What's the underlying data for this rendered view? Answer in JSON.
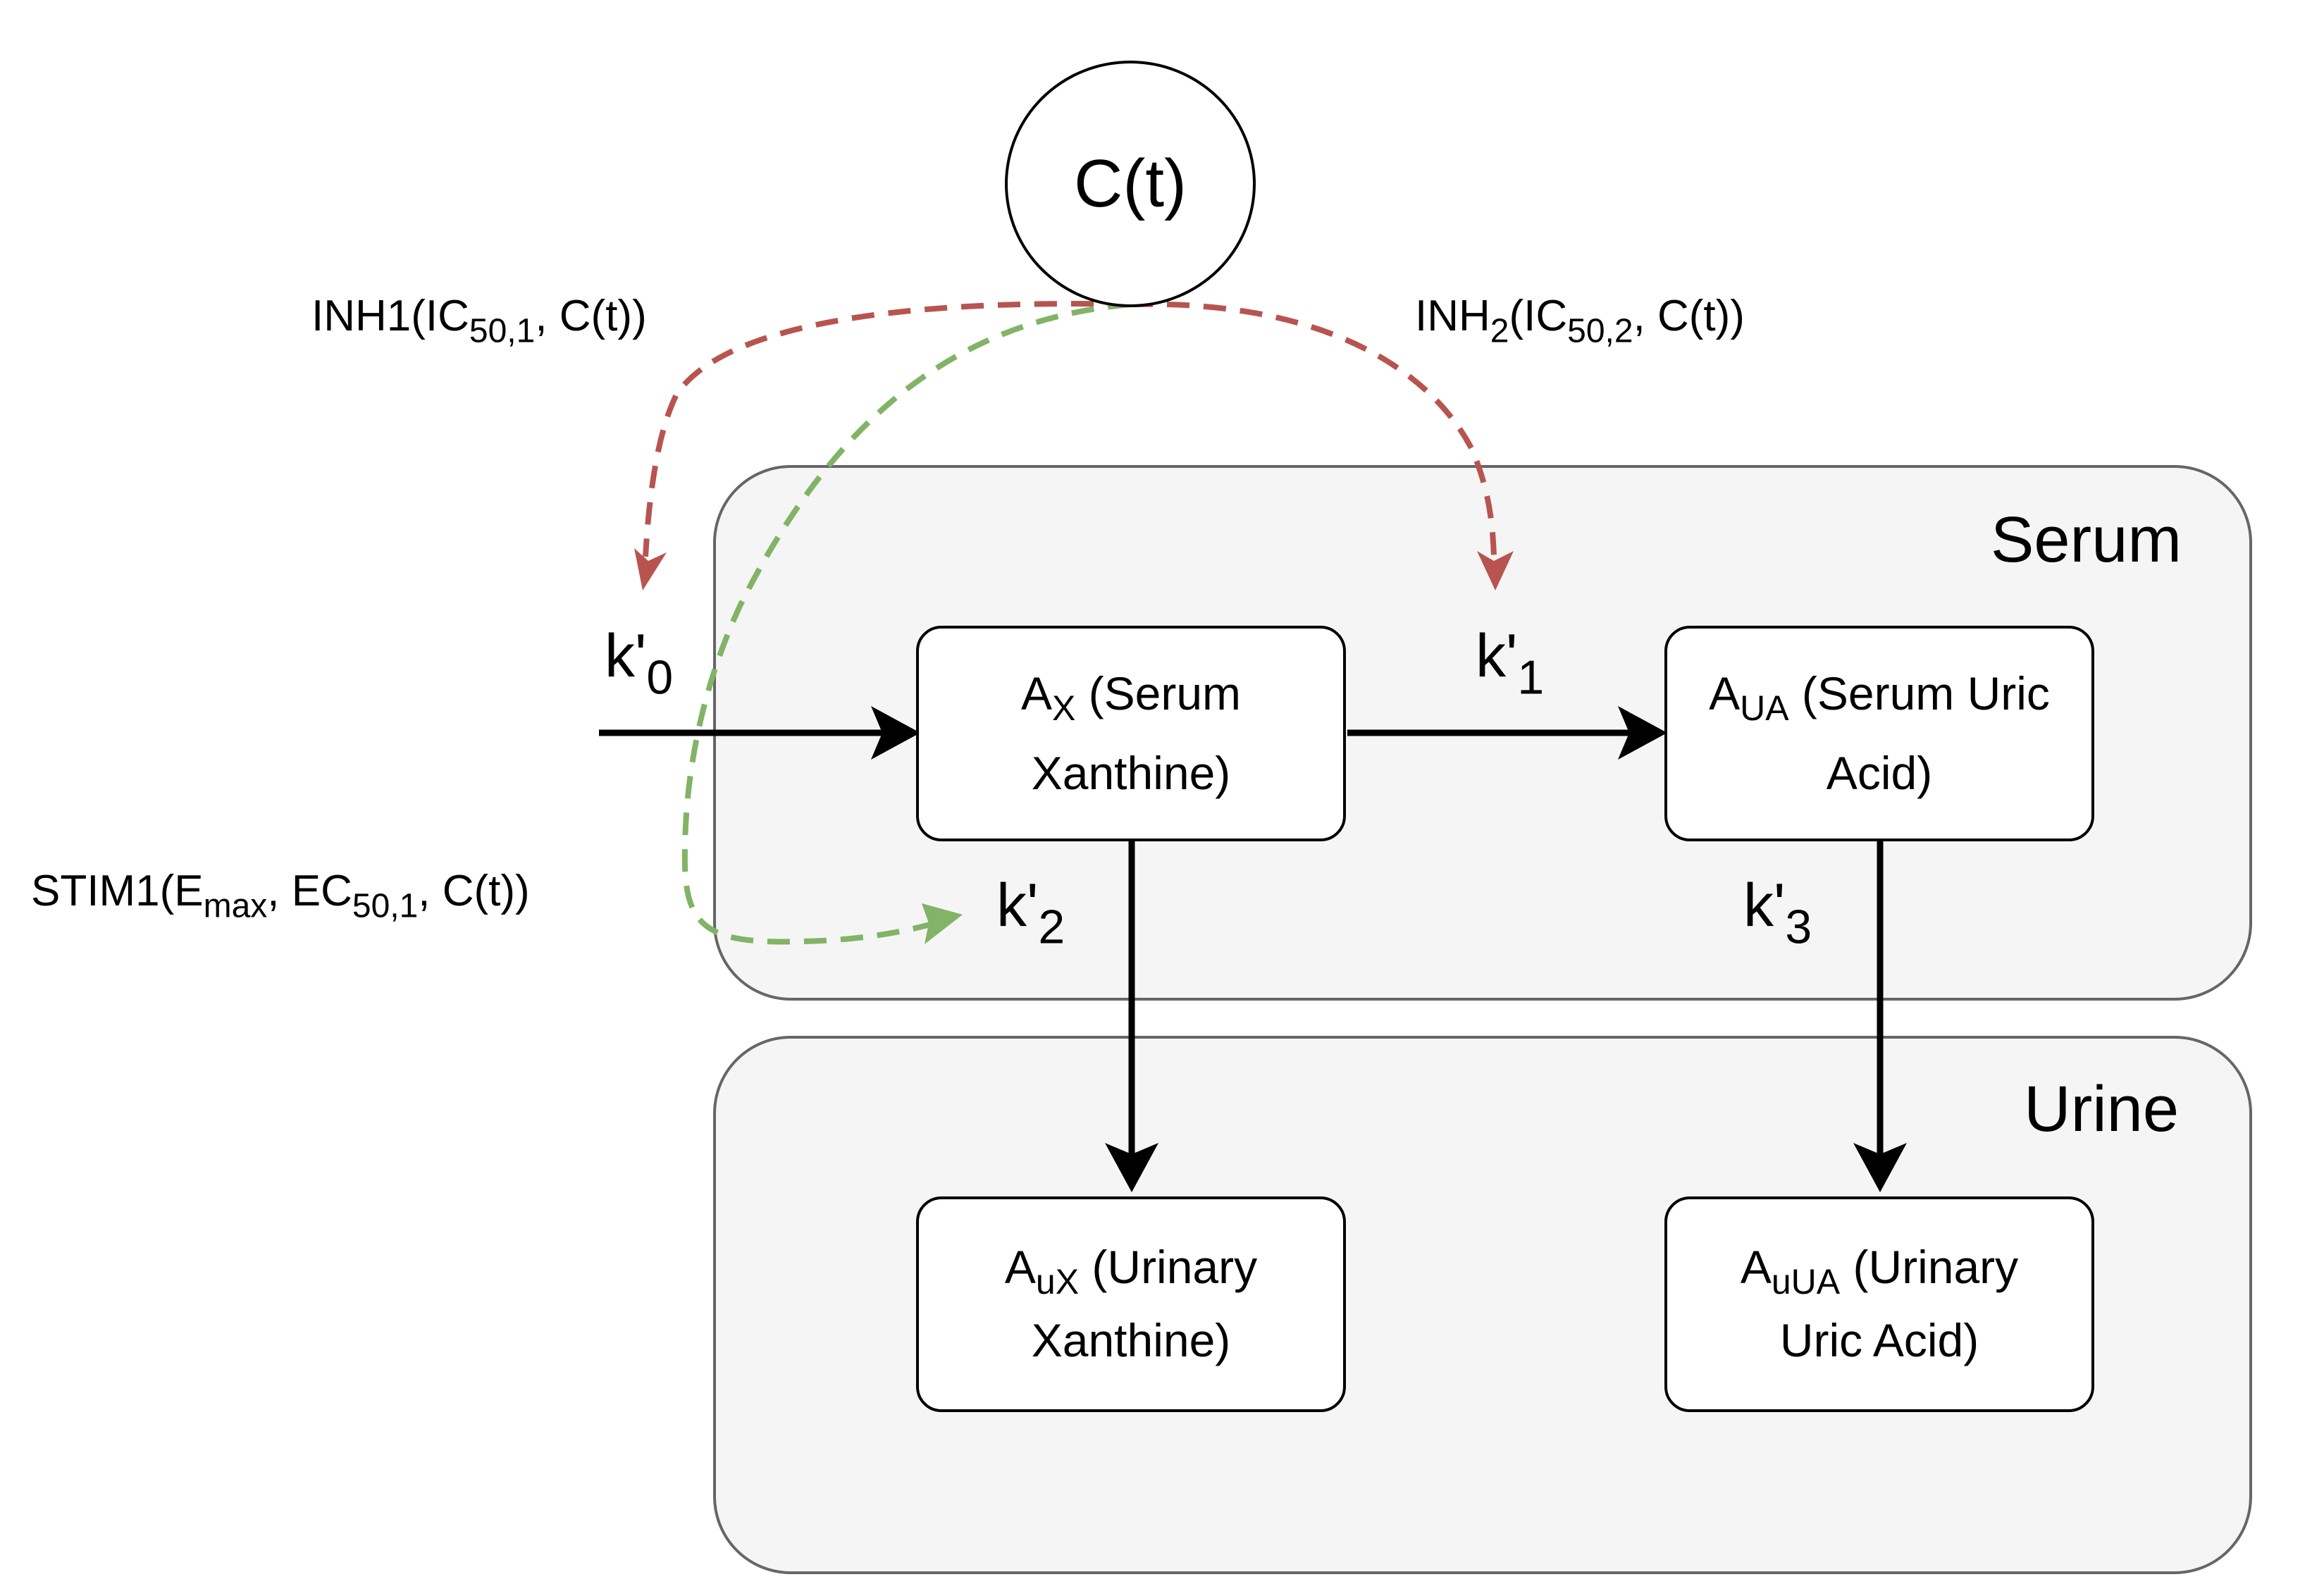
{
  "compartments": {
    "serum": {
      "label": "Serum"
    },
    "urine": {
      "label": "Urine"
    }
  },
  "drug": {
    "label": "C(t)"
  },
  "boxes": {
    "serum_xanthine": {
      "symbol": "A",
      "sub": "X",
      "line1_rest": " (Serum",
      "line2": "Xanthine)"
    },
    "serum_uric_acid": {
      "symbol": "A",
      "sub": "UA",
      "line1_rest": " (Serum Uric",
      "line2": "Acid)"
    },
    "urinary_xanthine": {
      "symbol": "A",
      "sub": "uX",
      "line1_rest": " (Urinary",
      "line2": "Xanthine)"
    },
    "urinary_uric_acid": {
      "symbol": "A",
      "sub": "uUA",
      "line1_rest": " (Urinary",
      "line2": "Uric Acid)"
    }
  },
  "rates": {
    "k0": {
      "base": "k'",
      "sub": "0"
    },
    "k1": {
      "base": "k'",
      "sub": "1"
    },
    "k2": {
      "base": "k'",
      "sub": "2"
    },
    "k3": {
      "base": "k'",
      "sub": "3"
    }
  },
  "effects": {
    "inh1": {
      "prefix": "INH1(IC",
      "sub": "50,1",
      "suffix": ", C(t))"
    },
    "inh2": {
      "prefix": "INH",
      "sub1": "2",
      "mid": "(IC",
      "sub2": "50,2",
      "suffix": ", C(t))"
    },
    "stim1": {
      "prefix": "STIM1(E",
      "sub1": "max",
      "mid": ", EC",
      "sub2": "50,1",
      "suffix": ", C(t))"
    }
  },
  "colors": {
    "inhibition": "#b85450",
    "stimulation": "#82b366",
    "flow": "#000000",
    "compartment_fill": "#f5f5f5",
    "compartment_border": "#666666"
  }
}
